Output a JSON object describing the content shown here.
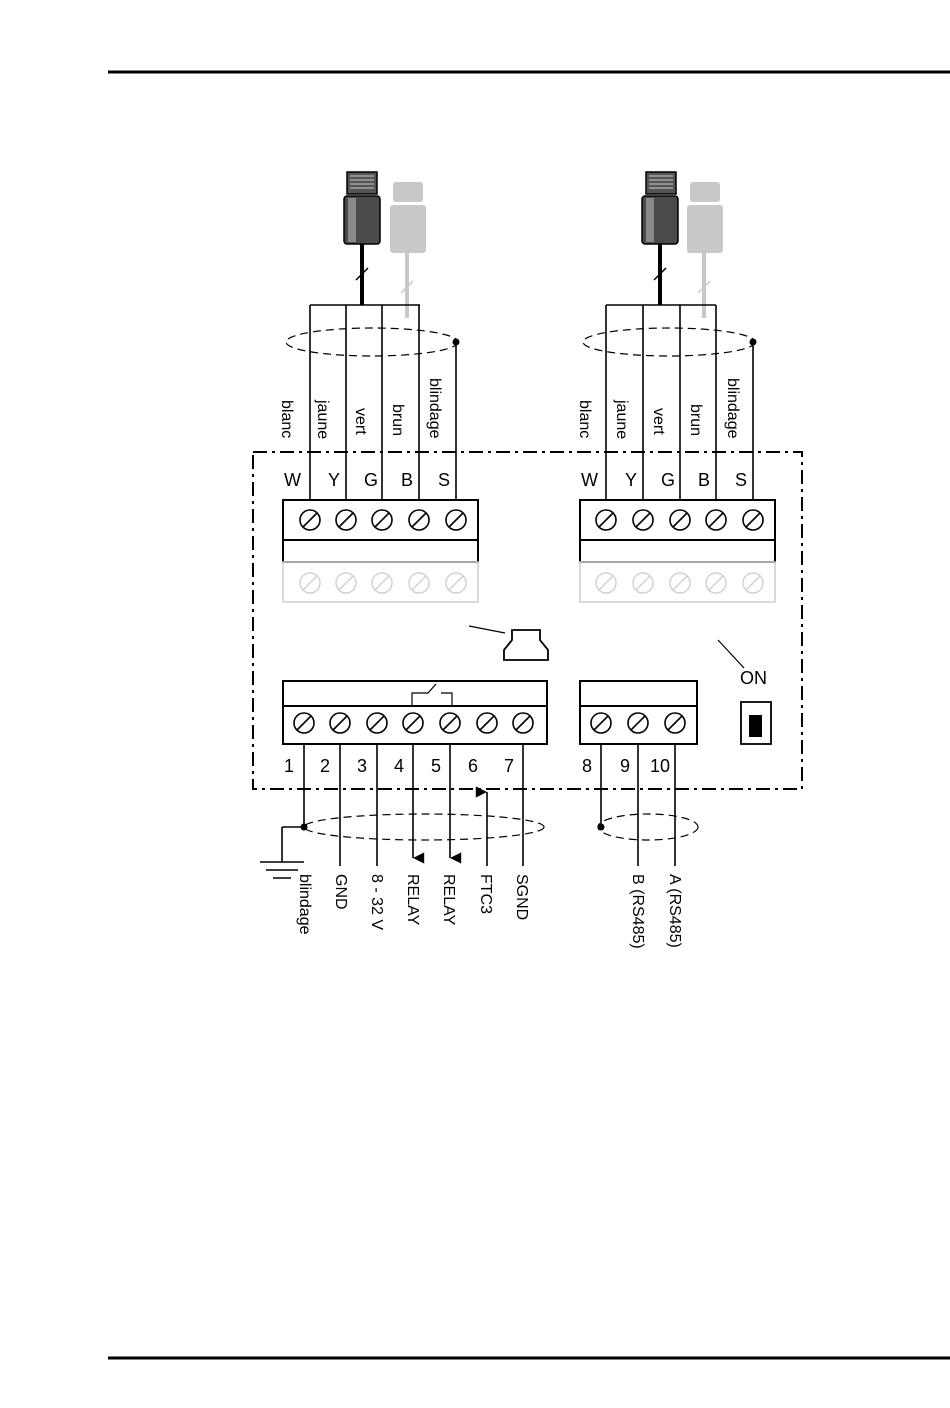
{
  "sensors": [
    {
      "wire_labels": [
        "blanc",
        "jaune",
        "vert",
        "brun",
        "blindage"
      ],
      "terminals": [
        "W",
        "Y",
        "G",
        "B",
        "S"
      ]
    },
    {
      "wire_labels": [
        "blanc",
        "jaune",
        "vert",
        "brun",
        "blindage"
      ],
      "terminals": [
        "W",
        "Y",
        "G",
        "B",
        "S"
      ]
    }
  ],
  "main_block": {
    "numbers": [
      "1",
      "2",
      "3",
      "4",
      "5",
      "6",
      "7"
    ],
    "signals": [
      "blindage",
      "GND",
      "8 - 32 V",
      "RELAY",
      "RELAY",
      "FTC3",
      "SGND"
    ]
  },
  "rs485_block": {
    "numbers": [
      "8",
      "9",
      "10"
    ],
    "signals": [
      "B (RS485)",
      "A (RS485)"
    ]
  },
  "switch": {
    "label": "ON"
  }
}
